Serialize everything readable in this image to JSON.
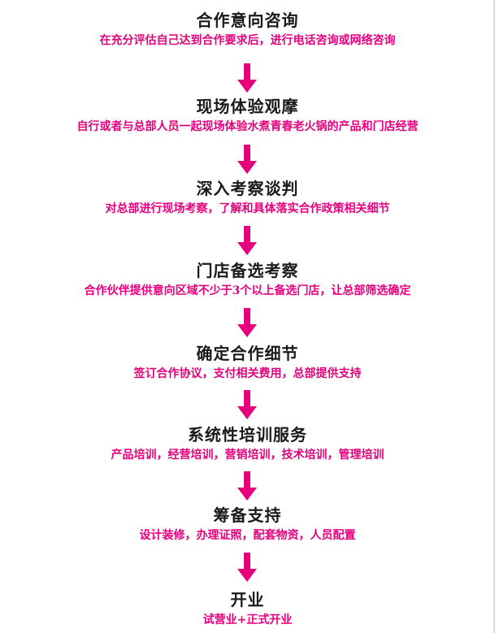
{
  "colors": {
    "accent": "#e6007e",
    "title": "#1a1a1a"
  },
  "steps": [
    {
      "title": "合作意向咨询",
      "desc": "在充分评估自己达到合作要求后，进行电话咨询或网络咨询"
    },
    {
      "title": "现场体验观摩",
      "desc": "自行或者与总部人员一起现场体验水煮青春老火锅的产品和门店经营"
    },
    {
      "title": "深入考察谈判",
      "desc": "对总部进行现场考察，了解和具体落实合作政策相关细节"
    },
    {
      "title": "门店备选考察",
      "desc": "合作伙伴提供意向区域不少于3个以上备选门店，让总部筛选确定"
    },
    {
      "title": "确定合作细节",
      "desc": "签订合作协议，支付相关费用，总部提供支持"
    },
    {
      "title": "系统性培训服务",
      "desc": "产品培训，经营培训，营销培训，技术培训，管理培训"
    },
    {
      "title": "筹备支持",
      "desc": "设计装修，办理证照，配套物资，人员配置"
    },
    {
      "title": "开业",
      "desc": "试营业+正式开业"
    }
  ]
}
